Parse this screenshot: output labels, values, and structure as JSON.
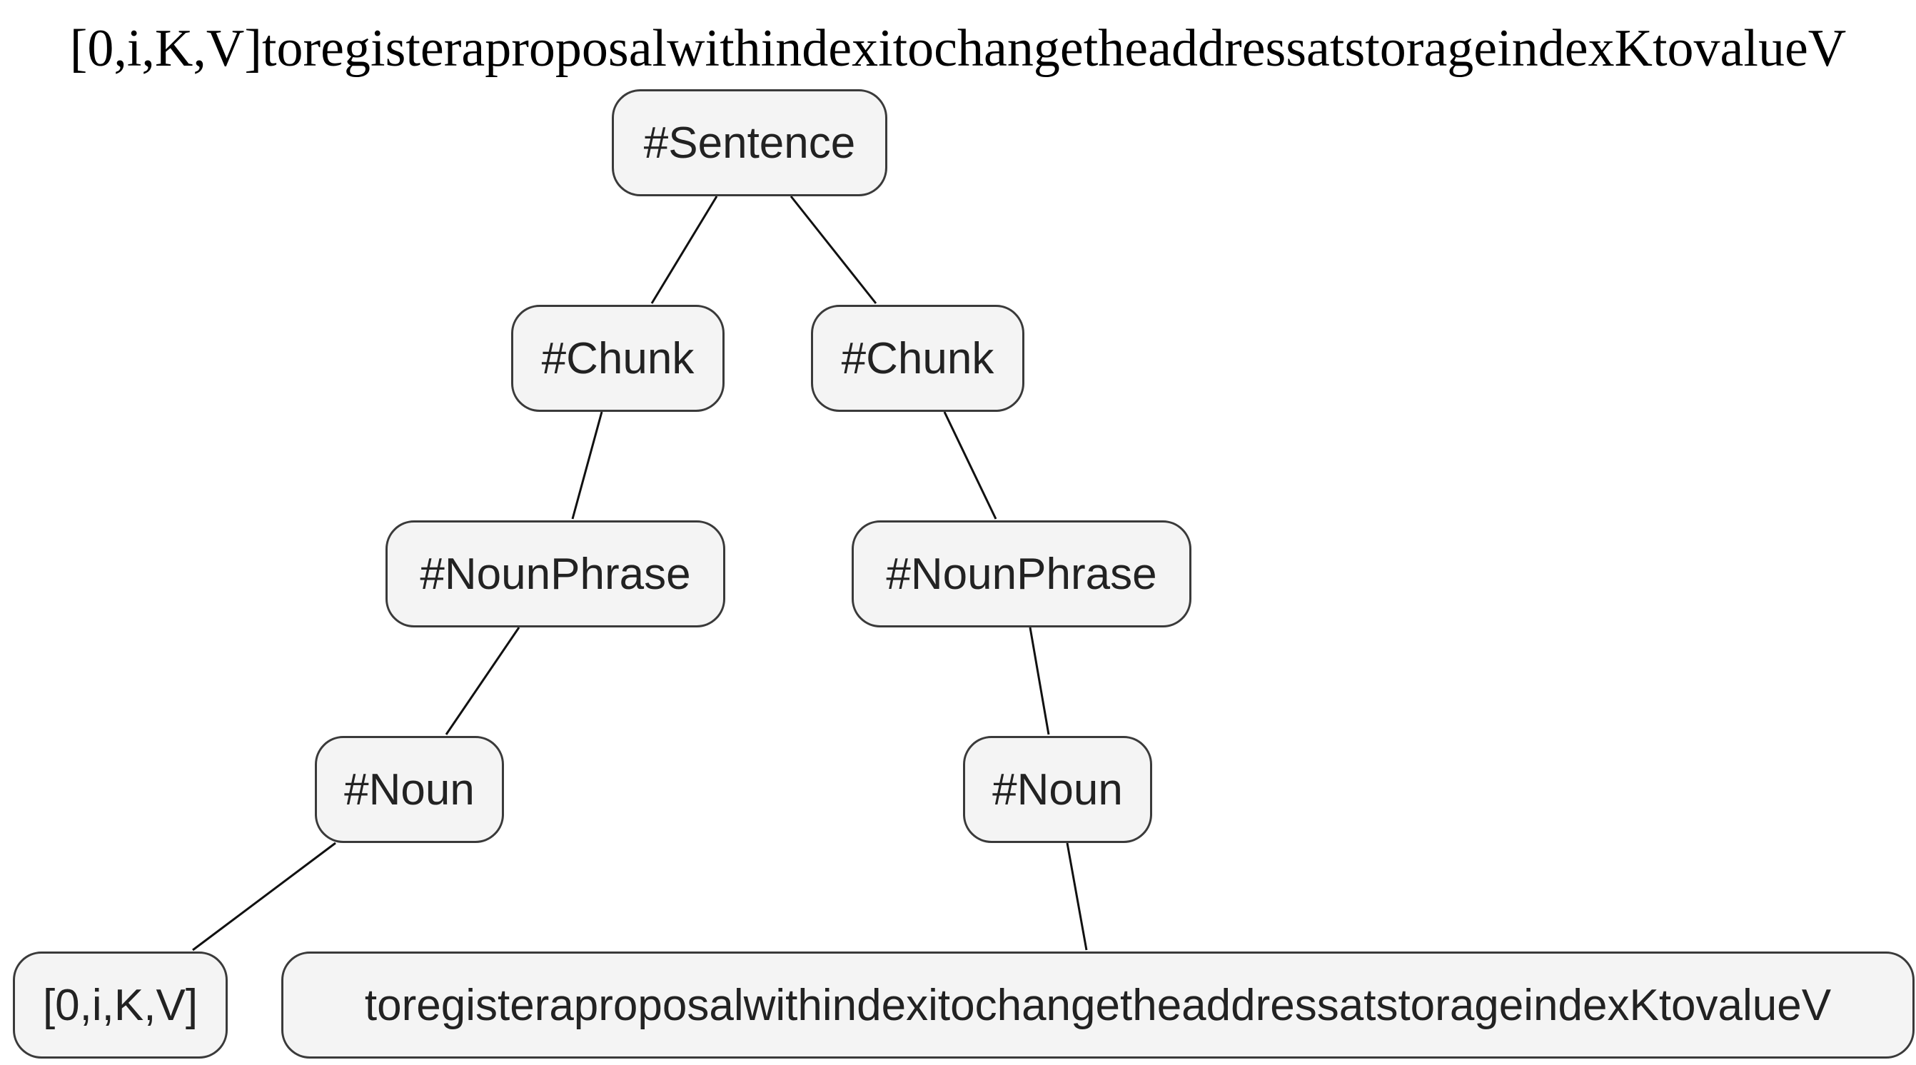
{
  "title": "[0,i,K,V]toregisteraproposalwithindexitochangetheaddressatstorageindexKtovalueV",
  "nodes": {
    "sentence": "#Sentence",
    "chunk_left": "#Chunk",
    "chunk_right": "#Chunk",
    "nounphrase_left": "#NounPhrase",
    "nounphrase_right": "#NounPhrase",
    "noun_left": "#Noun",
    "noun_right": "#Noun",
    "leaf_left": "[0,i,K,V]",
    "leaf_right": "toregisteraproposalwithindexitochangetheaddressatstorageindexKtovalueV"
  }
}
